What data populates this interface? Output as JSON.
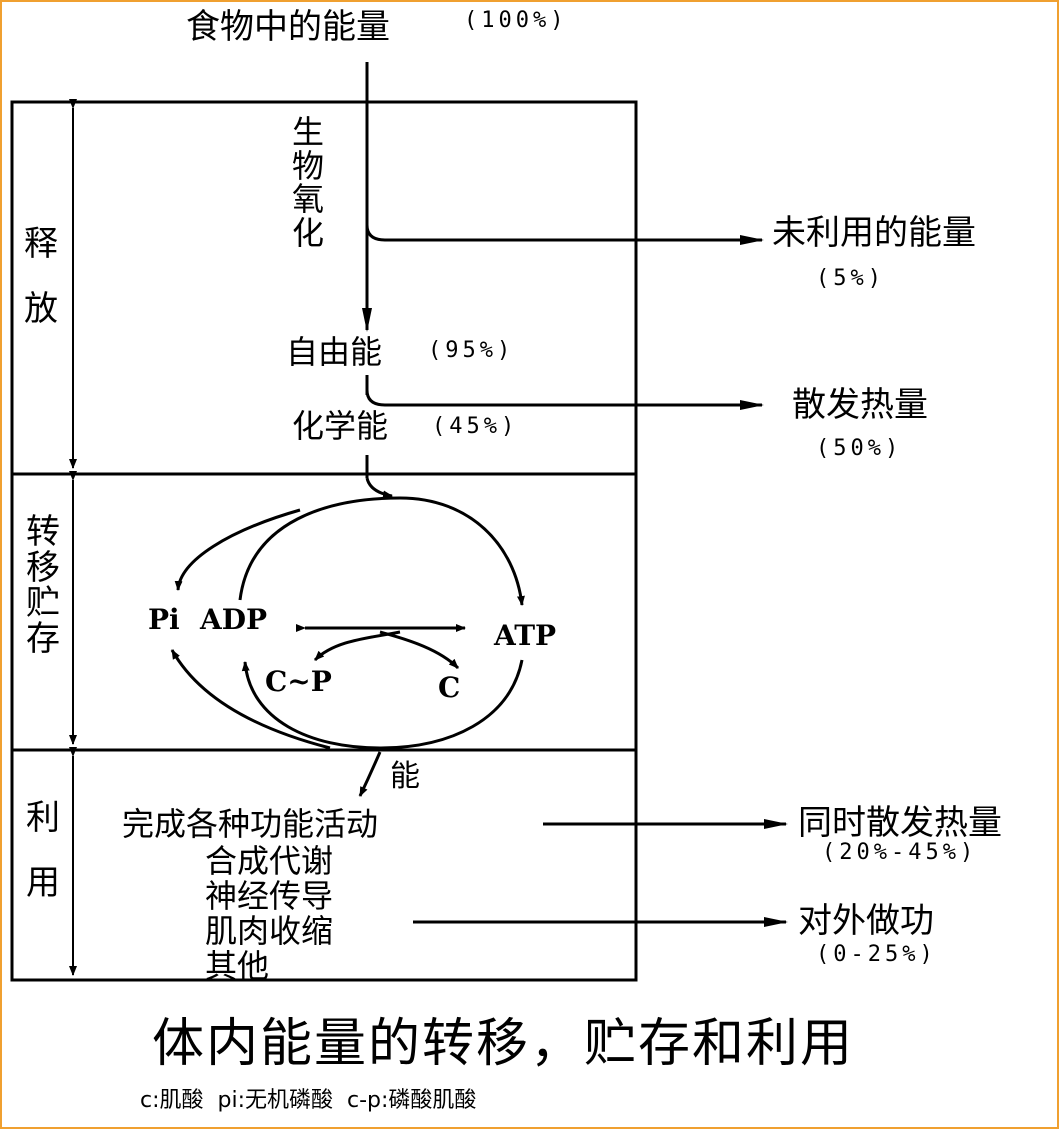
{
  "top": {
    "label": "食物中的能量",
    "pct": "(100%)"
  },
  "oxidation": [
    "生",
    "物",
    "氧",
    "化"
  ],
  "unused": {
    "label": "未利用的能量",
    "pct": "(5%)"
  },
  "free_energy": {
    "label": "自由能",
    "pct": "(95%)"
  },
  "heat": {
    "label": "散发热量",
    "pct": "(50%)"
  },
  "chemical": {
    "label": "化学能",
    "pct": "(45%)"
  },
  "sections": {
    "release": [
      "释",
      "放"
    ],
    "transfer": [
      "转",
      "移",
      "贮",
      "存"
    ],
    "use": [
      "利",
      "用"
    ]
  },
  "cycle": {
    "pi": "Pi",
    "adp": "ADP",
    "atp": "ATP",
    "cp": "C~P",
    "c": "C",
    "energy": "能"
  },
  "activities": {
    "title": "完成各种功能活动",
    "items": [
      "合成代谢",
      "神经传导",
      "肌肉收缩",
      "其他"
    ]
  },
  "heat2": {
    "label": "同时散发热量",
    "pct": "(20%-45%)"
  },
  "work": {
    "label": "对外做功",
    "pct": "(0-25%)"
  },
  "caption": "体内能量的转移，贮存和利用",
  "legend": "c:肌酸  pi:无机磷酸  c-p:磷酸肌酸",
  "colors": {
    "border": "#f0a030",
    "line": "#000000"
  }
}
